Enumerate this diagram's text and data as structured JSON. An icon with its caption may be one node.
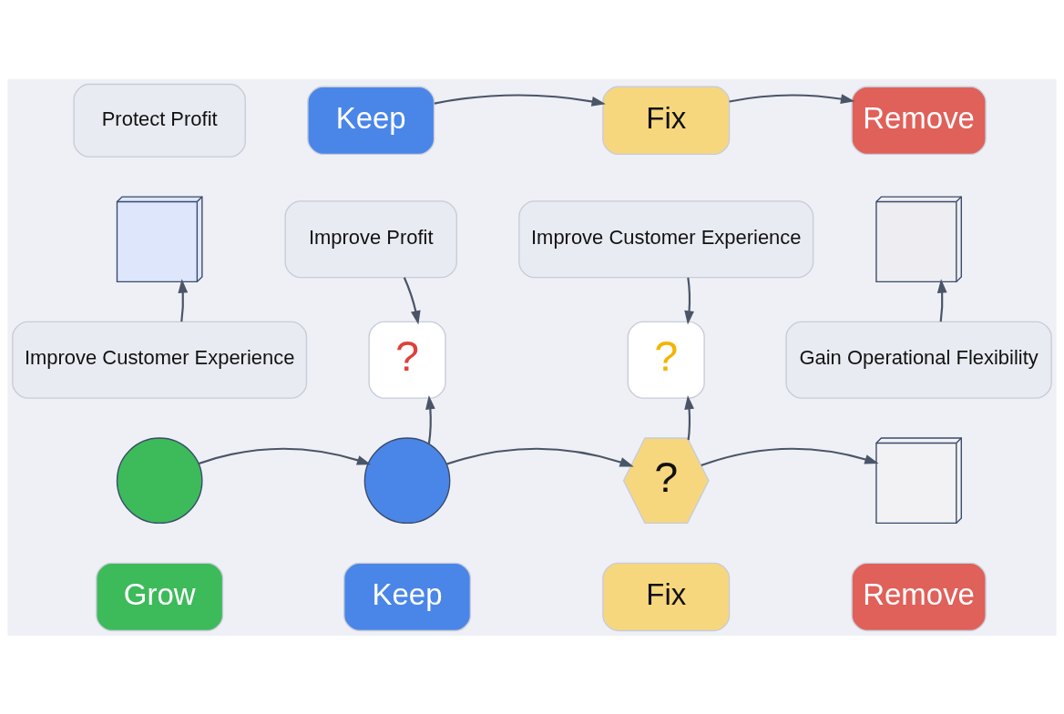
{
  "diagram": {
    "nodes": [
      {
        "text": [
          "Protect Profit"
        ]
      },
      {
        "text": [
          "Keep"
        ]
      },
      {
        "text": [
          "Fix"
        ]
      },
      {
        "text": [
          "Remove"
        ]
      },
      {
        "text": [],
        "shape": "box"
      },
      {
        "text": [
          "Improve Profit"
        ]
      },
      {
        "text": [
          "Improve Customer Experience"
        ]
      },
      {
        "text": [],
        "shape": "box"
      },
      {
        "text": [
          "?"
        ]
      },
      {
        "text": [
          "?"
        ]
      },
      {
        "text": [
          "Improve Customer Experience"
        ]
      },
      {
        "text": [
          "Gain Operational Flexibility"
        ]
      },
      {
        "text": [],
        "shape": "circle"
      },
      {
        "text": [],
        "shape": "circle"
      },
      {
        "text": [
          "?"
        ]
      },
      {
        "text": [],
        "shape": "box"
      },
      {
        "text": [
          "Grow"
        ]
      },
      {
        "text": [
          "Keep"
        ]
      },
      {
        "text": [
          "Fix"
        ]
      },
      {
        "text": [
          "Remove"
        ]
      }
    ],
    "edges": [
      {
        "from": 1,
        "to": 2,
        "arrow": "to"
      },
      {
        "from": 2,
        "to": 3,
        "arrow": "to"
      },
      {
        "from": 10,
        "to": 4,
        "arrow": "to"
      },
      {
        "from": 5,
        "to": 8,
        "arrow": "to"
      },
      {
        "from": 6,
        "to": 9,
        "arrow": "to"
      },
      {
        "from": 13,
        "to": 8,
        "arrow": "to"
      },
      {
        "from": 14,
        "to": 9,
        "arrow": "to"
      },
      {
        "from": 11,
        "to": 7,
        "arrow": "to"
      },
      {
        "from": 12,
        "to": 13,
        "arrow": "to"
      },
      {
        "from": 13,
        "to": 14,
        "arrow": "to"
      },
      {
        "from": 14,
        "to": 15,
        "arrow": "to"
      }
    ]
  }
}
